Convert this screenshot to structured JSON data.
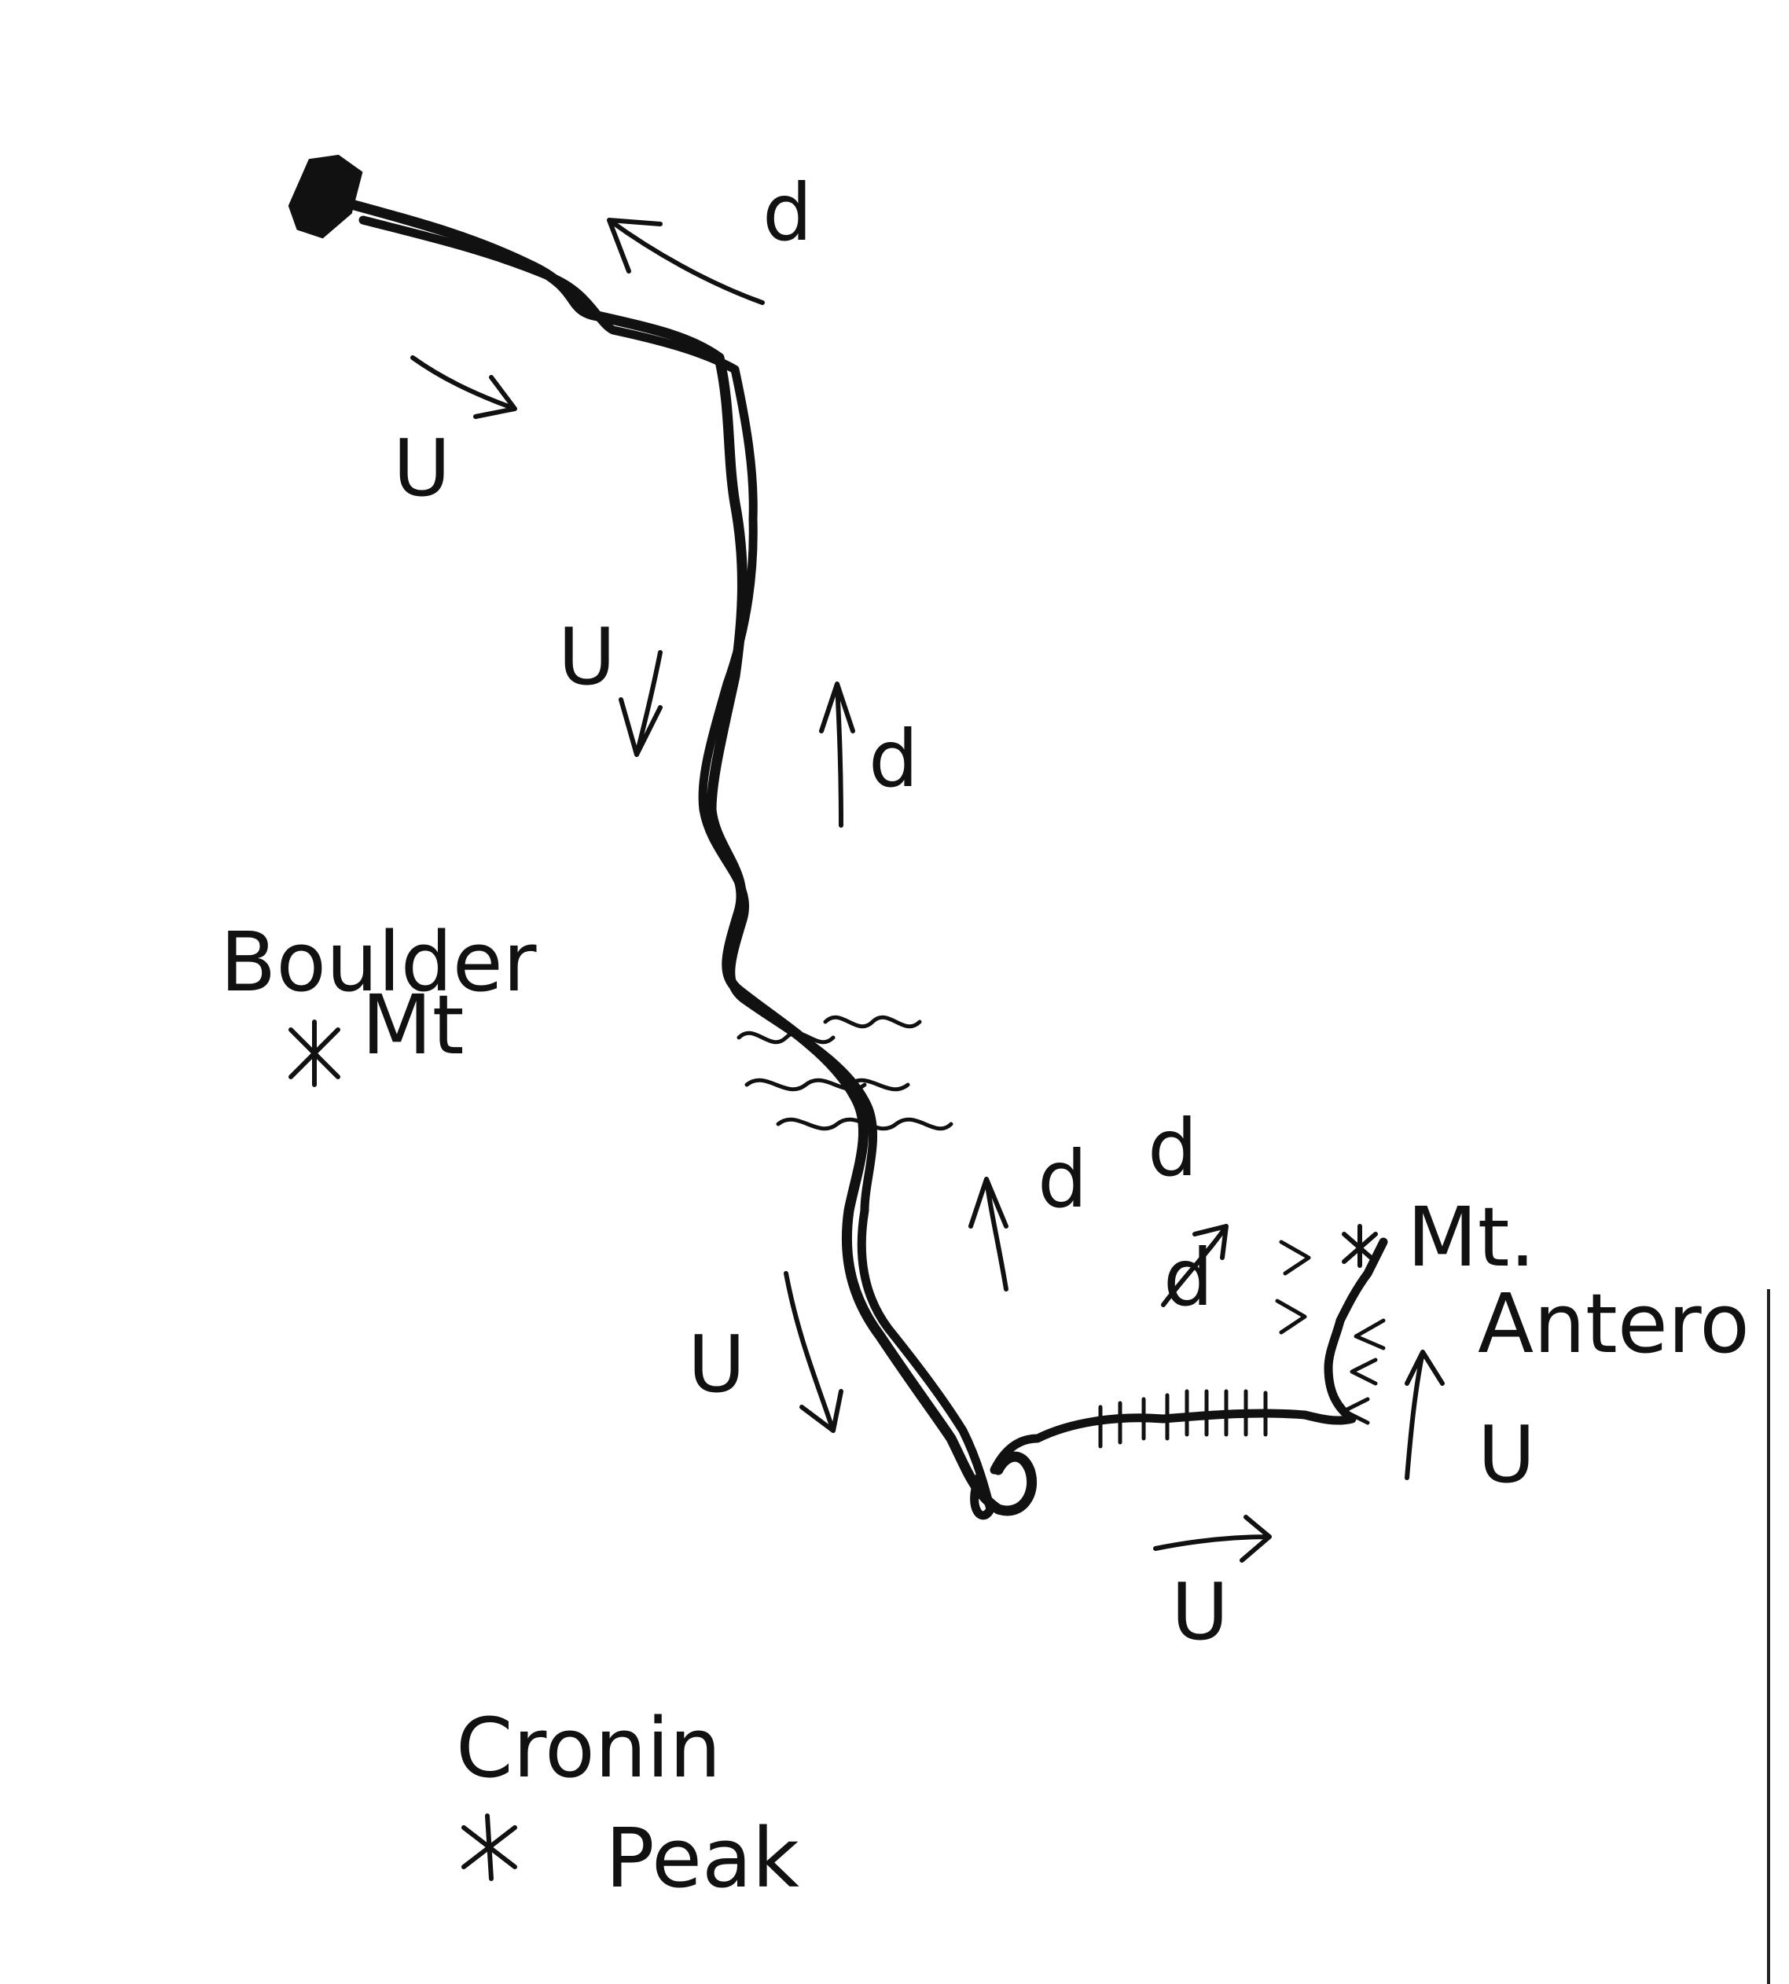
{
  "colors": {
    "ink": "#111111",
    "paper": "#ffffff"
  },
  "places": {
    "boulder_mt": {
      "line1": "Boulder",
      "line2": "Mt",
      "marker": "asterisk"
    },
    "mt_antero": {
      "line1": "Mt.",
      "line2": "Antero",
      "marker": "asterisk"
    },
    "cronin_peak": {
      "line1": "Cronin",
      "line2": "Peak",
      "marker": "asterisk"
    }
  },
  "direction_labels": {
    "d": "d",
    "u": "U"
  }
}
